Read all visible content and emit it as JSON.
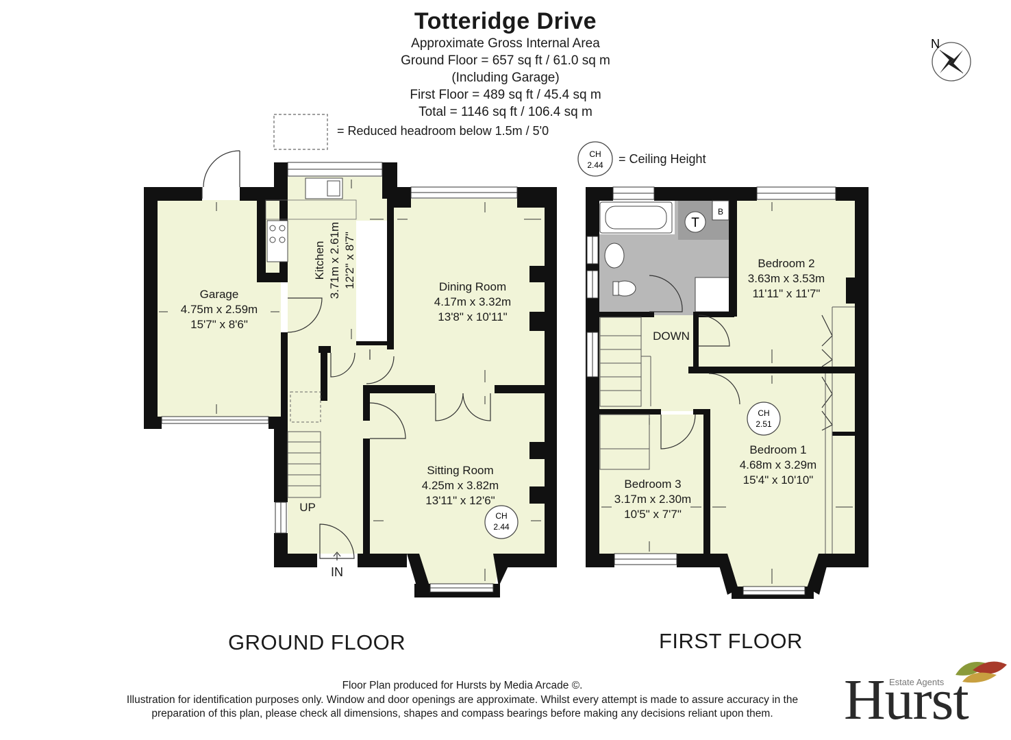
{
  "header": {
    "title": "Totteridge Drive",
    "line1": "Approximate Gross Internal Area",
    "line2": "Ground Floor = 657 sq ft / 61.0 sq m",
    "line3": "(Including Garage)",
    "line4": "First Floor = 489 sq ft / 45.4 sq m",
    "line5": "Total = 1146 sq ft / 106.4 sq m"
  },
  "legend": {
    "reduced_headroom": "= Reduced headroom below 1.5m / 5'0",
    "ceiling_height": "= Ceiling Height",
    "ch_label": "CH",
    "ch_value": "2.44"
  },
  "compass": {
    "north": "N"
  },
  "ground_floor": {
    "label": "GROUND FLOOR",
    "garage": {
      "name": "Garage",
      "metric": "4.75m x 2.59m",
      "imperial": "15'7\" x 8'6\""
    },
    "kitchen": {
      "name": "Kitchen",
      "metric": "3.71m x 2.61m",
      "imperial": "12'2\" x 8'7\""
    },
    "dining": {
      "name": "Dining Room",
      "metric": "4.17m x 3.32m",
      "imperial": "13'8\" x 10'11\""
    },
    "sitting": {
      "name": "Sitting Room",
      "metric": "4.25m x 3.82m",
      "imperial": "13'11\" x 12'6\"",
      "ch_label": "CH",
      "ch_value": "2.44"
    },
    "up": "UP",
    "in": "IN"
  },
  "first_floor": {
    "label": "FIRST FLOOR",
    "bed2": {
      "name": "Bedroom 2",
      "metric": "3.63m x 3.53m",
      "imperial": "11'11\" x 11'7\""
    },
    "bed1": {
      "name": "Bedroom 1",
      "metric": "4.68m x 3.29m",
      "imperial": "15'4\" x 10'10\"",
      "ch_label": "CH",
      "ch_value": "2.51"
    },
    "bed3": {
      "name": "Bedroom 3",
      "metric": "3.17m x 2.30m",
      "imperial": "10'5\" x 7'7\""
    },
    "down": "DOWN",
    "toilet": "T",
    "boiler": "B"
  },
  "footer": {
    "line1": "Floor Plan produced for Hursts by Media Arcade ©.",
    "line2": "Illustration for identification purposes only. Window and door openings are approximate. Whilst every attempt is made to assure accuracy in the",
    "line3": "preparation of this plan, please check all dimensions, shapes and compass bearings before making any decisions reliant upon them."
  },
  "logo": {
    "brand": "Hurst",
    "tagline": "Estate Agents"
  },
  "colors": {
    "room_fill": "#f1f4d8",
    "bath_fill": "#b8b8b8",
    "wall": "#111111"
  }
}
